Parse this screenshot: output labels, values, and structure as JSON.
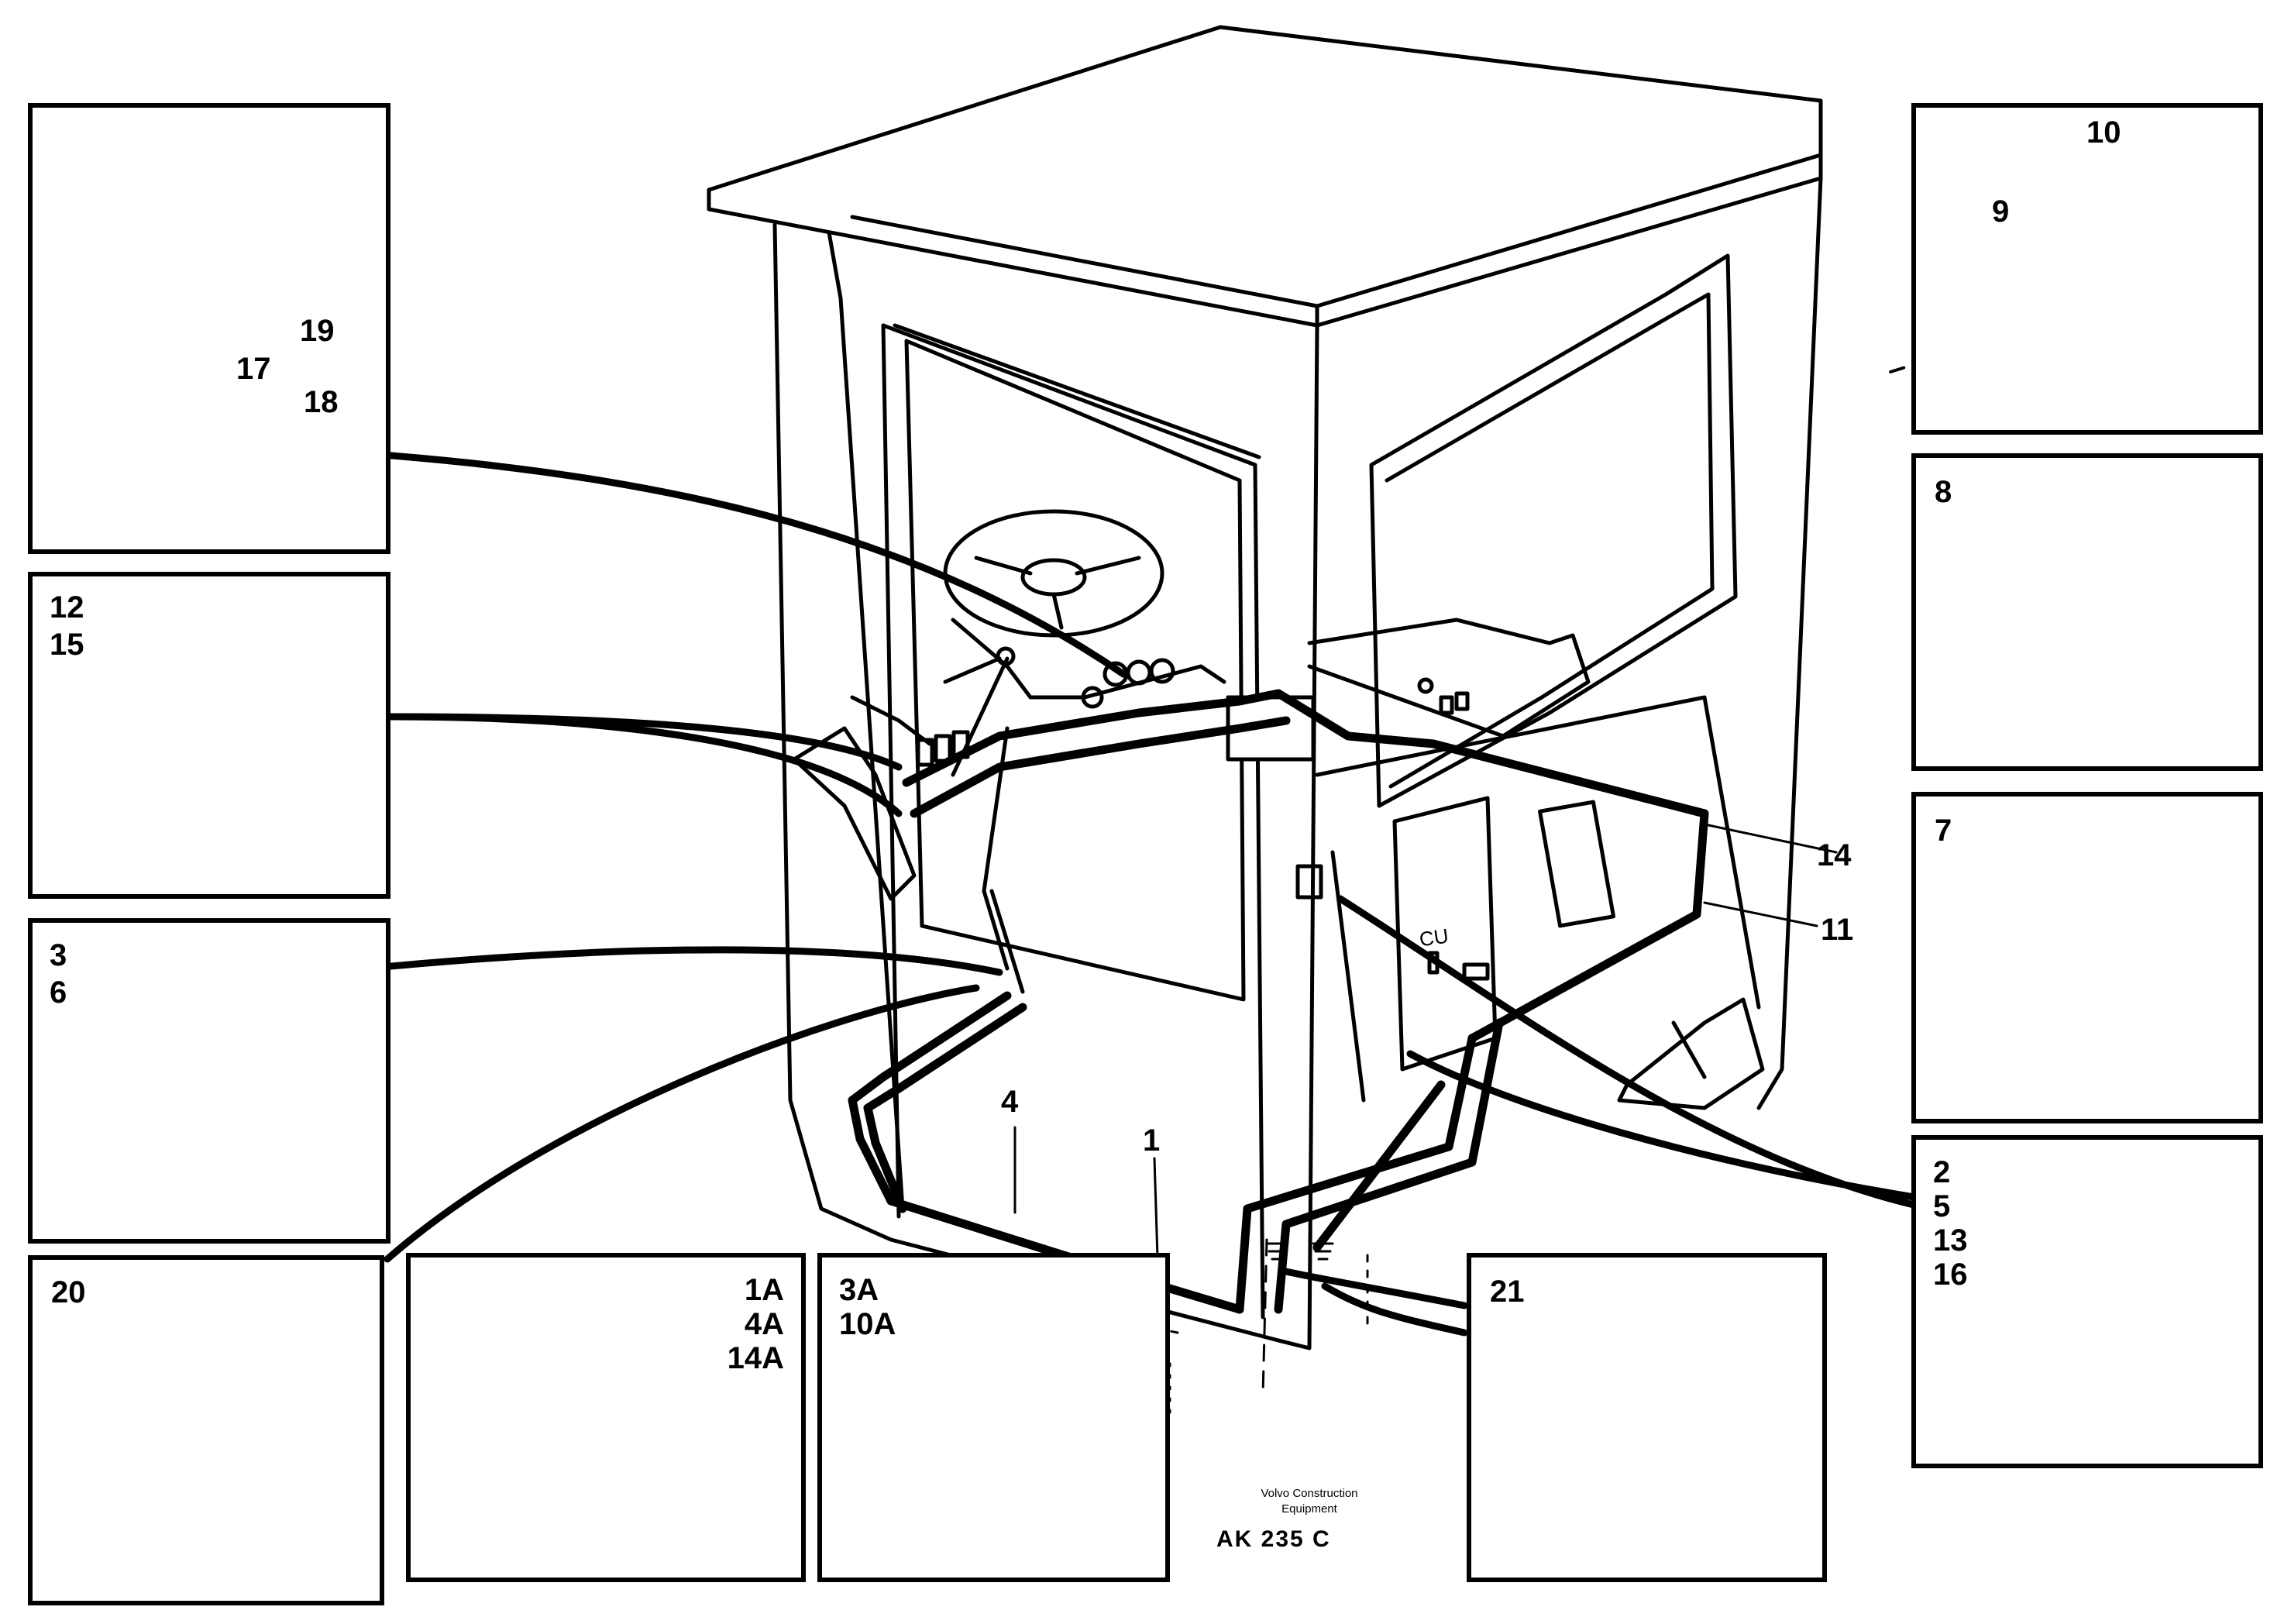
{
  "boxes": {
    "tie_clip": {
      "labels": [
        "19",
        "17",
        "18"
      ]
    },
    "relay": {
      "labels": [
        "12",
        "15"
      ]
    },
    "clip": {
      "labels": [
        "3",
        "6"
      ]
    },
    "clamp": {
      "labels": [
        "20"
      ]
    },
    "connector_block": {
      "labels": [
        "1A",
        "4A",
        "14A"
      ]
    },
    "grommet_small": {
      "labels": [
        "3A",
        "10A"
      ]
    },
    "grommet_round": {
      "labels": [
        "21"
      ]
    },
    "sensor": {
      "labels": [
        "10",
        "9"
      ]
    },
    "plug_round": {
      "labels": [
        "8"
      ]
    },
    "plug_square": {
      "labels": [
        "7"
      ]
    },
    "terminal_housing": {
      "labels": [
        "2",
        "5",
        "13",
        "16"
      ]
    }
  },
  "cab_callouts": [
    "14",
    "11",
    "4",
    "1"
  ],
  "cab_marking": "CU",
  "footer": {
    "company_line1": "Volvo Construction",
    "company_line2": "Equipment",
    "code": "AK  235 C"
  }
}
